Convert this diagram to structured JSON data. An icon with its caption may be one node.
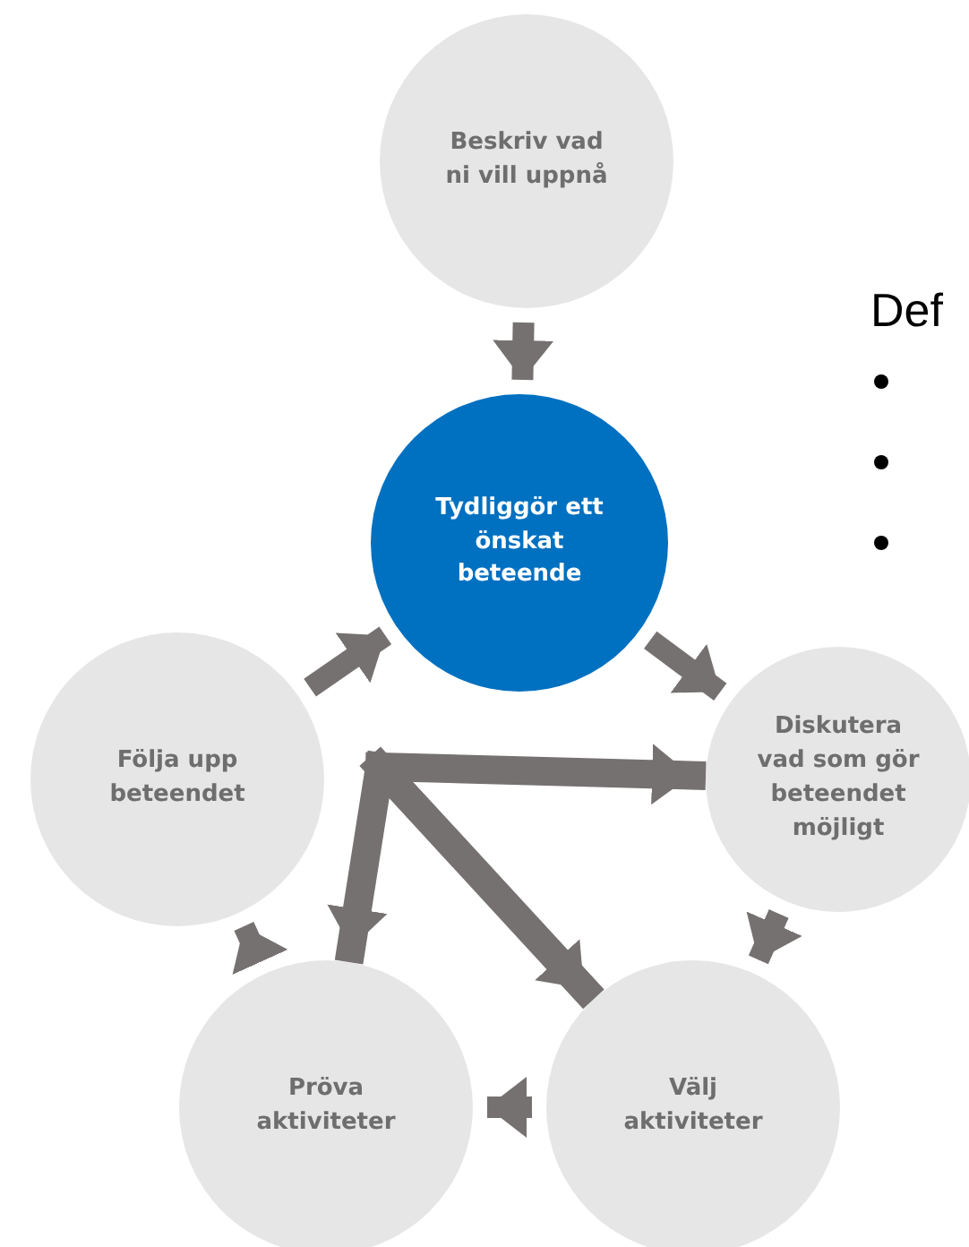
{
  "diagram": {
    "nodes": [
      {
        "text": [
          "Beskriv vad ni vill uppnå"
        ]
      },
      {
        "text": [
          "Tydliggör ett önskat beteende"
        ]
      },
      {
        "text": [
          "Diskutera vad som gör beteendet möjligt"
        ]
      },
      {
        "text": [
          "Välj aktiviteter"
        ]
      },
      {
        "text": [
          "Pröva aktiviteter"
        ]
      },
      {
        "text": [
          "Följa upp beteendet"
        ]
      }
    ],
    "edges": [
      {
        "from": 0,
        "to": 1,
        "arrow": "to"
      },
      {
        "from": 1,
        "to": 2,
        "arrow": "to"
      },
      {
        "from": 2,
        "to": 3,
        "arrow": "to"
      },
      {
        "from": 3,
        "to": 4,
        "arrow": "to"
      },
      {
        "from": 4,
        "to": 5,
        "arrow": "to"
      },
      {
        "from": 5,
        "to": 1,
        "arrow": "to"
      },
      {
        "from": null,
        "to": 2,
        "arrow": "to"
      },
      {
        "from": null,
        "to": 4,
        "arrow": "to"
      },
      {
        "from": null,
        "to": 3,
        "arrow": "to"
      }
    ],
    "labels": [
      "Def"
    ]
  }
}
